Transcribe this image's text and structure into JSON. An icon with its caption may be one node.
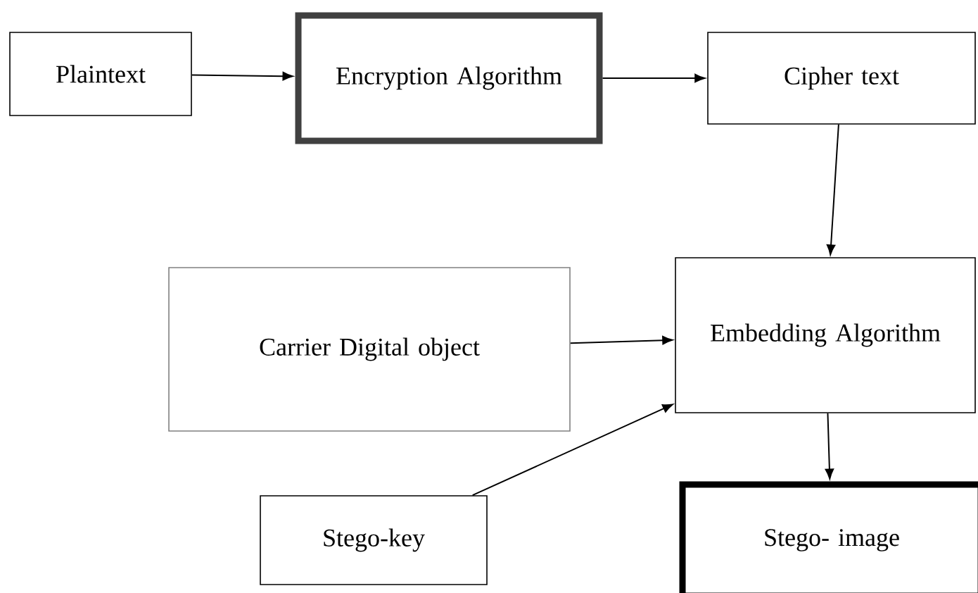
{
  "diagram": {
    "nodes": [
      {
        "text": [
          "Plaintext"
        ]
      },
      {
        "text": [
          "Encryption Algorithm"
        ]
      },
      {
        "text": [
          "Cipher text"
        ]
      },
      {
        "text": [
          "Carrier Digital object"
        ]
      },
      {
        "text": [
          "Embedding Algorithm"
        ]
      },
      {
        "text": [
          "Stego-key"
        ]
      },
      {
        "text": [
          "Stego- image"
        ]
      }
    ],
    "edges": [
      {
        "from": 0,
        "to": 1,
        "arrow": "to"
      },
      {
        "from": 1,
        "to": 2,
        "arrow": "to"
      },
      {
        "from": 2,
        "to": 4,
        "arrow": "to"
      },
      {
        "from": 3,
        "to": 4,
        "arrow": "to"
      },
      {
        "from": 5,
        "to": 4,
        "arrow": "to"
      },
      {
        "from": 4,
        "to": 6,
        "arrow": "to"
      }
    ]
  }
}
